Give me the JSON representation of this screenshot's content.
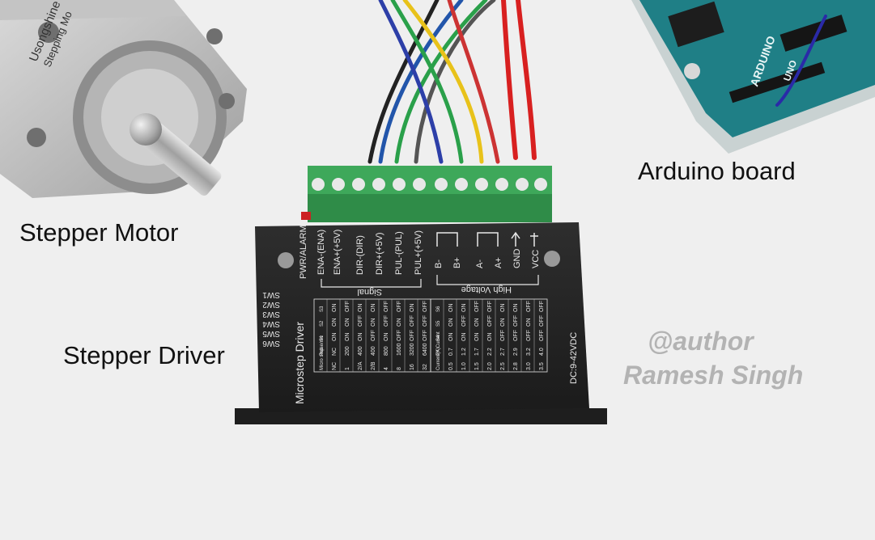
{
  "labels": {
    "stepper_motor": "Stepper Motor",
    "arduino_board": "Arduino board",
    "stepper_driver": "Stepper Driver"
  },
  "watermark": {
    "line1": "@author",
    "line2": "Ramesh Singh"
  },
  "driver": {
    "pwr_alarm": "PWR/ALARM",
    "signal_pins": [
      "ENA-(ENA)",
      "ENA+(+5V)",
      "DIR-(DIR)",
      "DIR+(+5V)",
      "PUL-(PUL)",
      "PUL+(+5V)"
    ],
    "signal_group": "Signal",
    "power_pins": [
      "B-",
      "B+",
      "A-",
      "A+",
      "GND",
      "VCC"
    ],
    "power_group": "High Voltage",
    "title": "Microstep Driver",
    "switches": [
      "SW1",
      "SW2",
      "SW3",
      "SW4",
      "SW5",
      "SW6"
    ],
    "voltage": "DC:9-42VDC",
    "microstep_headers": [
      "Micro step",
      "Pulse/rev",
      "S1",
      "S2",
      "S3"
    ],
    "microstep_rows": [
      [
        "NC",
        "NC",
        "ON",
        "ON",
        "ON"
      ],
      [
        "1",
        "200",
        "ON",
        "ON",
        "OFF"
      ],
      [
        "2/A",
        "400",
        "ON",
        "OFF",
        "ON"
      ],
      [
        "2/B",
        "400",
        "OFF",
        "ON",
        "ON"
      ],
      [
        "4",
        "800",
        "ON",
        "OFF",
        "OFF"
      ],
      [
        "8",
        "1600",
        "OFF",
        "ON",
        "OFF"
      ],
      [
        "16",
        "3200",
        "OFF",
        "OFF",
        "ON"
      ],
      [
        "32",
        "6400",
        "OFF",
        "OFF",
        "OFF"
      ]
    ],
    "current_headers": [
      "Current(A)",
      "PK Current",
      "S4",
      "S5",
      "S6"
    ],
    "current_rows": [
      [
        "0.5",
        "0.7",
        "ON",
        "ON",
        "ON"
      ],
      [
        "1.0",
        "1.2",
        "ON",
        "OFF",
        "ON"
      ],
      [
        "1.5",
        "1.7",
        "ON",
        "ON",
        "OFF"
      ],
      [
        "2.0",
        "2.2",
        "ON",
        "OFF",
        "OFF"
      ],
      [
        "2.5",
        "2.7",
        "OFF",
        "ON",
        "ON"
      ],
      [
        "2.8",
        "2.9",
        "OFF",
        "OFF",
        "ON"
      ],
      [
        "3.0",
        "3.2",
        "OFF",
        "ON",
        "OFF"
      ],
      [
        "3.5",
        "4.0",
        "OFF",
        "OFF",
        "OFF"
      ]
    ]
  },
  "arduino": {
    "brand": "ARDUINO",
    "model": "UNO"
  },
  "motor": {
    "label_line1": "Usongshine",
    "label_line2": "Stepping Mo"
  }
}
